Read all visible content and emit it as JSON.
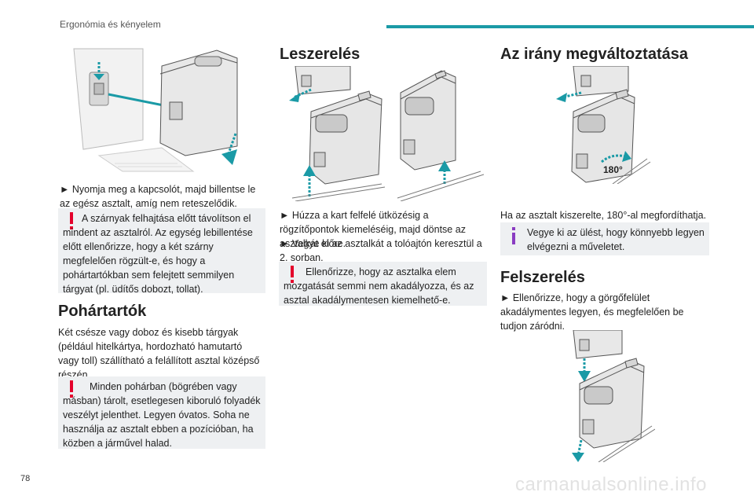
{
  "header": {
    "title": "Ergonómia és kényelem"
  },
  "page_number": "78",
  "watermark": "carmanualsonline.info",
  "col1": {
    "instruction": "► Nyomja meg a kapcsolót, majd billentse le az egész asztalt, amíg nem reteszelődik.",
    "warning": "A szárnyak felhajtása előtt távolítson el mindent az asztalról. Az egység lebillentése előtt ellenőrizze, hogy a két szárny megfelelően rögzült-e, és hogy a pohártartókban sem felejtett semmilyen tárgyat (pl. üdítős dobozt, tollat).",
    "heading": "Pohártartók",
    "para": "Két csésze vagy doboz és kisebb tárgyak (például hitelkártya, hordozható hamutartó vagy toll) szállítható a felállított asztal középső részén.",
    "warning2": "Minden pohárban (bögrében vagy másban) tárolt, esetlegesen kiboruló folyadék veszélyt jelenthet. Legyen óvatos. Soha ne használja az asztalt ebben a pozícióban, ha közben a járművel halad."
  },
  "col2": {
    "heading": "Leszerelés",
    "step1": "► Húzza a kart felfelé ütközésig a rögzítőpontok kiemeléséig, majd döntse az asztalkát előre.",
    "step2": "► Vegye ki az asztalkát a tolóajtón keresztül a 2. sorban.",
    "warning": "Ellenőrizze, hogy az asztalka elem mozgatását semmi nem akadályozza, és az asztal akadálymentesen kiemelhető-e."
  },
  "col3": {
    "heading": "Az irány megváltoztatása",
    "rotation_label": "180°",
    "para": "Ha az asztalt kiszerelte, 180°-al megfordíthatja.",
    "info": "Vegye ki az ülést, hogy könnyebb legyen elvégezni a műveletet.",
    "heading2": "Felszerelés",
    "step1": "► Ellenőrizze, hogy a görgőfelület akadálymentes legyen, és megfelelően be tudjon záródni."
  },
  "colors": {
    "accent": "#1a9aa6",
    "warning": "#e4002b",
    "info": "#8a3cc2",
    "box_bg": "#eef0f2"
  }
}
